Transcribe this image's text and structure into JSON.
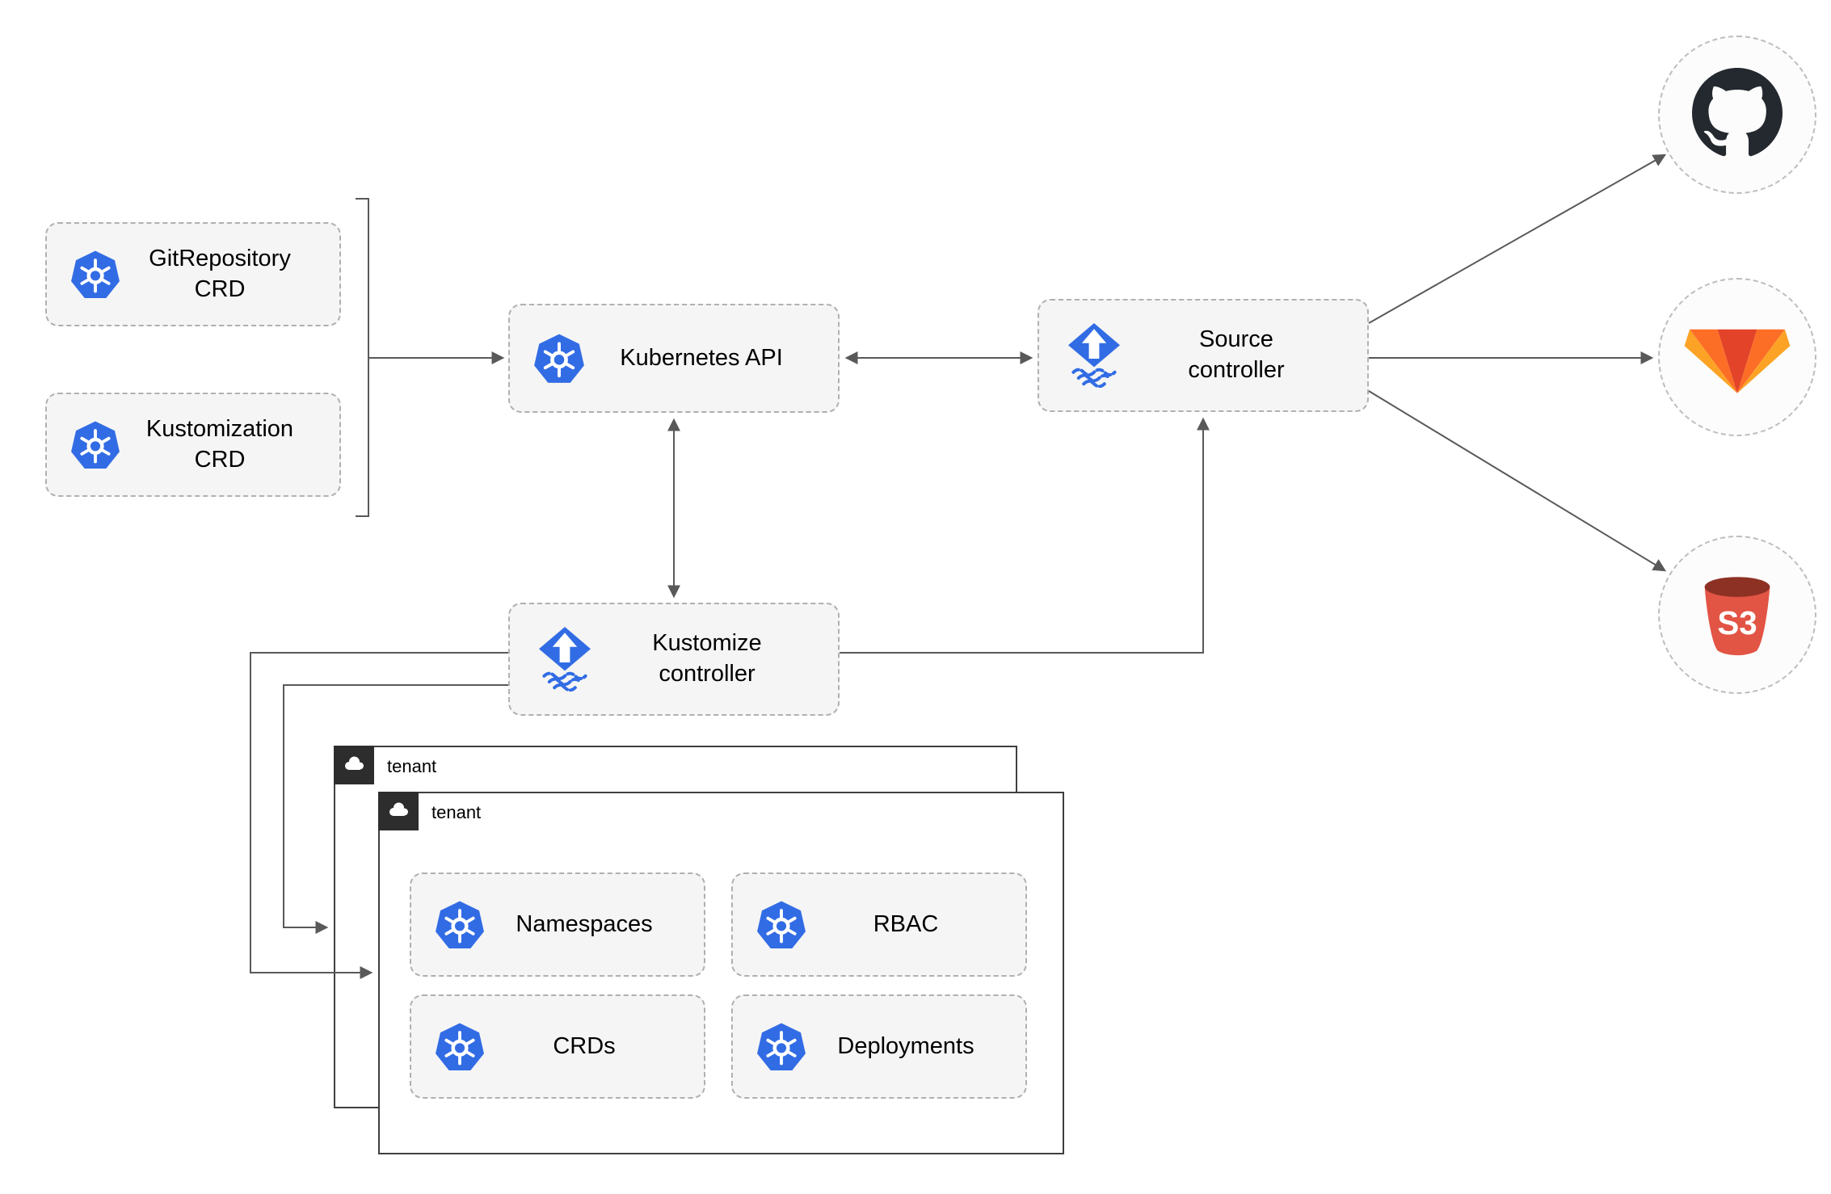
{
  "colors": {
    "kubernetes_blue": "#326ce5",
    "flux_blue": "#316ce4",
    "node_fill": "#f5f5f5",
    "node_border": "#b0b0b0",
    "arrow_gray": "#595959",
    "tenant_border": "#3f3f3f",
    "tenant_tab_bg": "#2d2d2d",
    "github_dark": "#24292f",
    "gitlab_red": "#e24329",
    "gitlab_orange": "#fc6d26",
    "gitlab_yellow": "#fca326",
    "s3_red": "#e25444",
    "s3_dark_red": "#8c3123"
  },
  "nodes": {
    "gitrepository_crd": {
      "label": "GitRepository\nCRD",
      "icon": "kubernetes-icon"
    },
    "kustomization_crd": {
      "label": "Kustomization\nCRD",
      "icon": "kubernetes-icon"
    },
    "kubernetes_api": {
      "label": "Kubernetes API",
      "icon": "kubernetes-icon"
    },
    "source_controller": {
      "label": "Source\ncontroller",
      "icon": "flux-icon"
    },
    "kustomize_controller": {
      "label": "Kustomize\ncontroller",
      "icon": "flux-icon"
    }
  },
  "tenants": {
    "back": {
      "label": "tenant",
      "icon": "cloud-icon"
    },
    "front": {
      "label": "tenant",
      "icon": "cloud-icon",
      "resources": {
        "namespaces": {
          "label": "Namespaces",
          "icon": "kubernetes-icon"
        },
        "rbac": {
          "label": "RBAC",
          "icon": "kubernetes-icon"
        },
        "crds": {
          "label": "CRDs",
          "icon": "kubernetes-icon"
        },
        "deployments": {
          "label": "Deployments",
          "icon": "kubernetes-icon"
        }
      }
    }
  },
  "externals": {
    "github": {
      "icon": "github-icon"
    },
    "gitlab": {
      "icon": "gitlab-icon"
    },
    "s3": {
      "icon": "s3-bucket-icon",
      "label": "S3"
    }
  },
  "connections": [
    {
      "from": "gitrepository_crd,kustomization_crd",
      "to": "kubernetes_api",
      "type": "arrow"
    },
    {
      "from": "kubernetes_api",
      "to": "source_controller",
      "type": "bidirectional"
    },
    {
      "from": "kubernetes_api",
      "to": "kustomize_controller",
      "type": "bidirectional"
    },
    {
      "from": "kustomize_controller",
      "to": "source_controller",
      "type": "arrow"
    },
    {
      "from": "source_controller",
      "to": "github",
      "type": "arrow"
    },
    {
      "from": "source_controller",
      "to": "gitlab",
      "type": "arrow"
    },
    {
      "from": "source_controller",
      "to": "s3",
      "type": "arrow"
    },
    {
      "from": "kustomize_controller",
      "to": "tenant_back",
      "type": "arrow"
    },
    {
      "from": "kustomize_controller",
      "to": "tenant_front",
      "type": "arrow"
    }
  ]
}
